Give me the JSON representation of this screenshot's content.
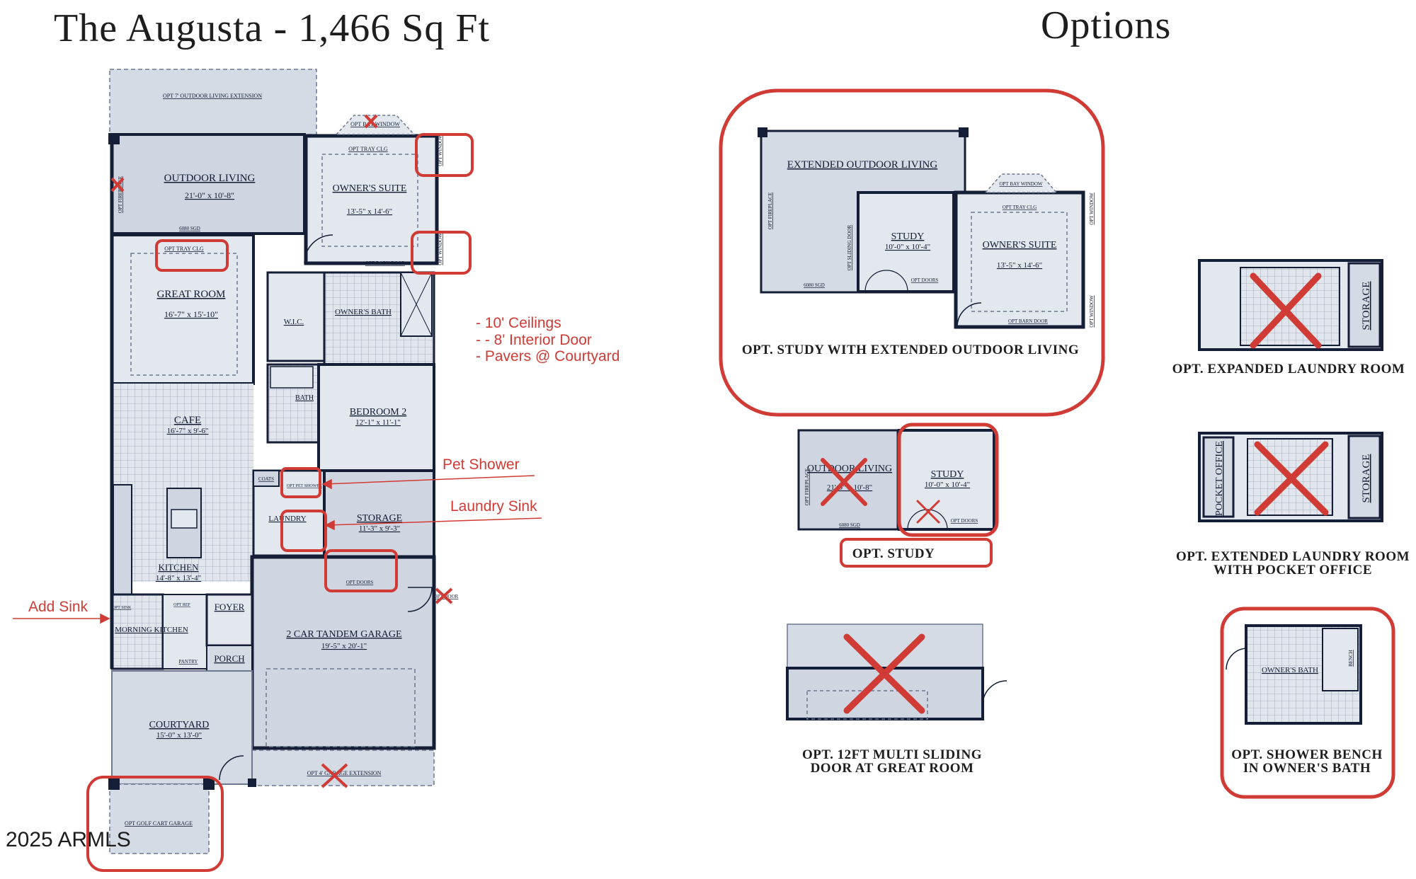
{
  "header": {
    "title": "The Augusta - 1,466 Sq Ft",
    "options_title": "Options"
  },
  "plan": {
    "outdoor_ext": "OPT 7' OUTDOOR LIVING EXTENSION",
    "bay_window": "OPT BAY WINDOW",
    "outdoor_living": "OUTDOOR LIVING",
    "outdoor_living_dim": "21'-0\" x 10'-8\"",
    "owners_suite": "OWNER'S SUITE",
    "owners_suite_dim": "13'-5\" x 14'-6\"",
    "opt_tray_clg": "OPT TRAY CLG",
    "opt_window": "OPT WINDOW",
    "opt_barn_door": "OPT BARN DOOR",
    "great_room": "GREAT ROOM",
    "great_room_dim": "16'-7\" x 15'-10\"",
    "wic": "W.I.C.",
    "owners_bath": "OWNER'S BATH",
    "bath": "BATH",
    "bedroom2": "BEDROOM 2",
    "bedroom2_dim": "12'-1\" x 11'-1\"",
    "cafe": "CAFE",
    "cafe_dim": "16'-7\" x 9'-6\"",
    "coats": "COATS",
    "opt_pet_shower": "OPT PET SHOWER",
    "laundry": "LAUNDRY",
    "storage": "STORAGE",
    "storage_dim": "11'-3\" x 9'-3\"",
    "opt_doors": "OPT DOORS",
    "kitchen": "KITCHEN",
    "kitchen_dim": "14'-8\" x 13'-4\"",
    "opt_sink": "OPT SINK",
    "opt_ref": "OPT REF",
    "foyer": "FOYER",
    "morning_kitchen": "MORNING KITCHEN",
    "pantry": "PANTRY",
    "porch": "PORCH",
    "garage": "2 CAR TANDEM GARAGE",
    "garage_dim": "19'-5\" x 20'-1\"",
    "opt_door": "OPT DOOR",
    "courtyard": "COURTYARD",
    "courtyard_dim": "15'-0\" x 13'-0\"",
    "garage_ext": "OPT 4' GARAGE EXTENSION",
    "golf_cart": "OPT GOLF CART GARAGE",
    "opt_fireplace": "OPT FIREPLACE",
    "sgd": "6080 SGD"
  },
  "notes": {
    "ceilings": "- 10' Ceilings",
    "interior_door": "- - 8' Interior Door",
    "pavers": "- Pavers @ Courtyard",
    "pet_shower": "Pet Shower",
    "laundry_sink": "Laundry Sink",
    "add_sink": "Add Sink"
  },
  "options": {
    "study_ext": {
      "caption": "OPT. STUDY WITH EXTENDED OUTDOOR LIVING",
      "extended": "EXTENDED OUTDOOR LIVING",
      "study": "STUDY",
      "study_dim": "10'-0\" x 10'-4\"",
      "suite": "OWNER'S SUITE",
      "suite_dim": "13'-5\" x 14'-6\"",
      "bay": "OPT BAY WINDOW",
      "tray": "OPT TRAY CLG",
      "sliding": "OPT SLIDING DOOR",
      "opt_doors": "OPT DOORS",
      "barn": "OPT BARN DOOR",
      "window": "OPT WINDOW",
      "fireplace": "OPT FIREPLACE",
      "sgd": "6080 SGD"
    },
    "laundry_expanded": {
      "caption": "OPT. EXPANDED LAUNDRY ROOM",
      "storage": "STORAGE"
    },
    "laundry_office": {
      "caption_line1": "OPT. EXTENDED LAUNDRY ROOM",
      "caption_line2": "WITH POCKET OFFICE",
      "pocket_office": "POCKET OFFICE",
      "storage": "STORAGE"
    },
    "study": {
      "caption": "OPT. STUDY",
      "outdoor": "OUTDOOR LIVING",
      "outdoor_dim": "21'-0\" x 10'-8\"",
      "study": "STUDY",
      "study_dim": "10'-0\" x 10'-4\"",
      "fireplace": "OPT FIREPLACE",
      "opt_doors": "OPT DOORS",
      "sgd": "6080 SGD"
    },
    "sliding": {
      "caption_line1": "OPT. 12FT MULTI SLIDING",
      "caption_line2": "DOOR AT GREAT ROOM"
    },
    "bench": {
      "caption_line1": "OPT. SHOWER BENCH",
      "caption_line2": "IN OWNER'S BATH",
      "bath": "OWNER'S BATH",
      "bench": "BENCH"
    }
  },
  "watermark": "2025 ARMLS",
  "colors": {
    "room_fill": "#d3d9e3",
    "room_fill_light": "#e3e7ee",
    "wall": "#141e36",
    "markup_red": "#d03b35"
  }
}
